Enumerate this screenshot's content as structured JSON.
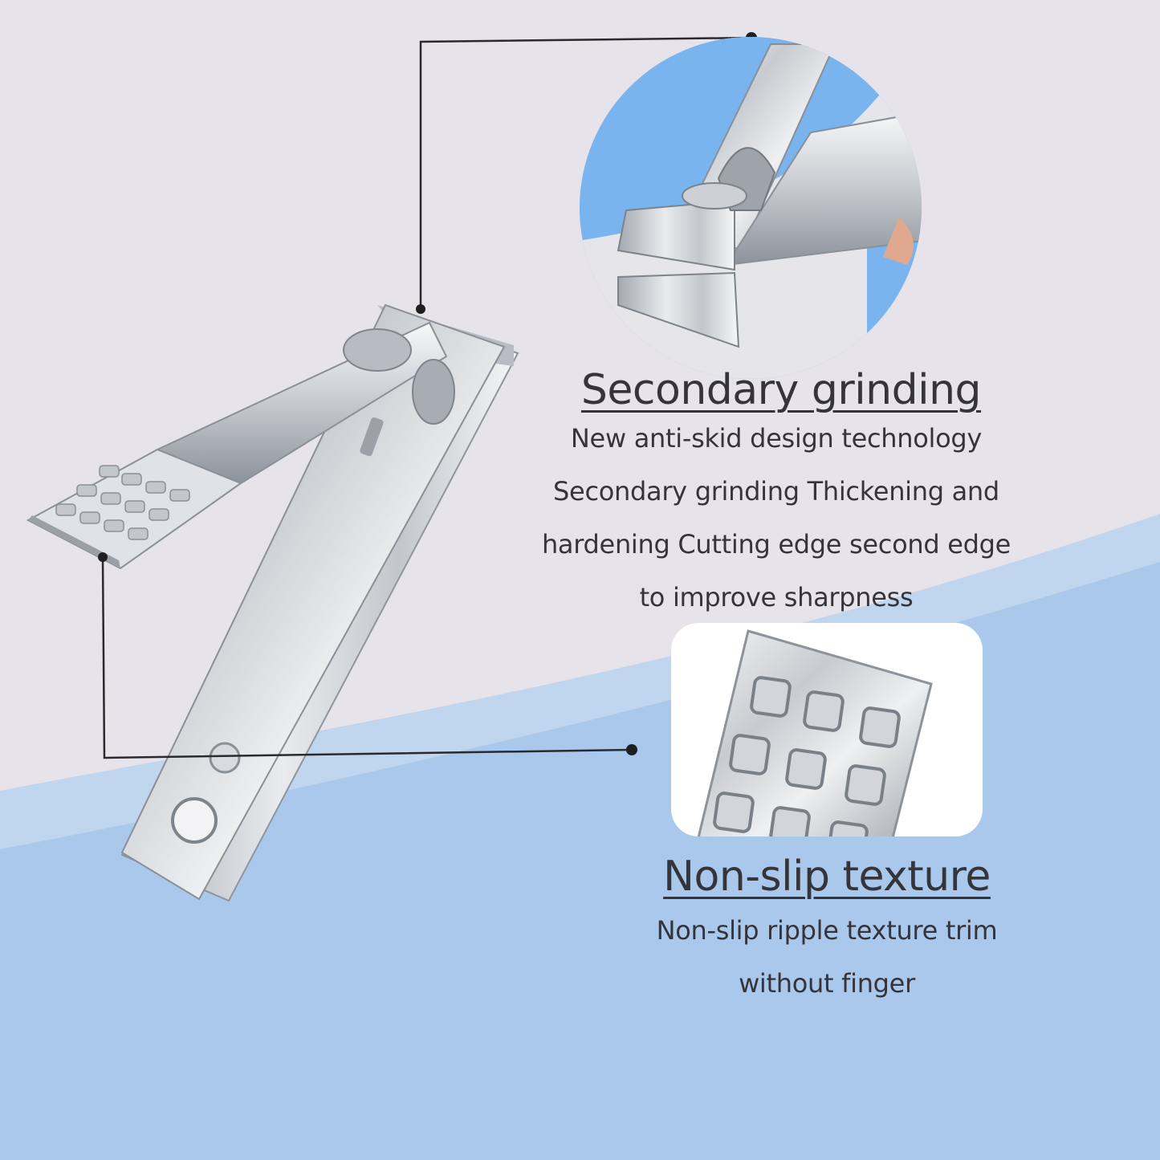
{
  "colors": {
    "background_top": "#e7e3ea",
    "background_wave": "#a9c8ec",
    "circle_accent": "#79b4ee",
    "text": "#35343a",
    "steel": "#cfd2d6"
  },
  "features": [
    {
      "heading": "Secondary grinding",
      "lines": [
        "New anti-skid design technology",
        "Secondary grinding Thickening and",
        "hardening  Cutting edge second edge",
        "to improve sharpness"
      ]
    },
    {
      "heading": "Non-slip texture",
      "lines": [
        "Non-slip ripple texture trim",
        "without finger"
      ]
    }
  ]
}
